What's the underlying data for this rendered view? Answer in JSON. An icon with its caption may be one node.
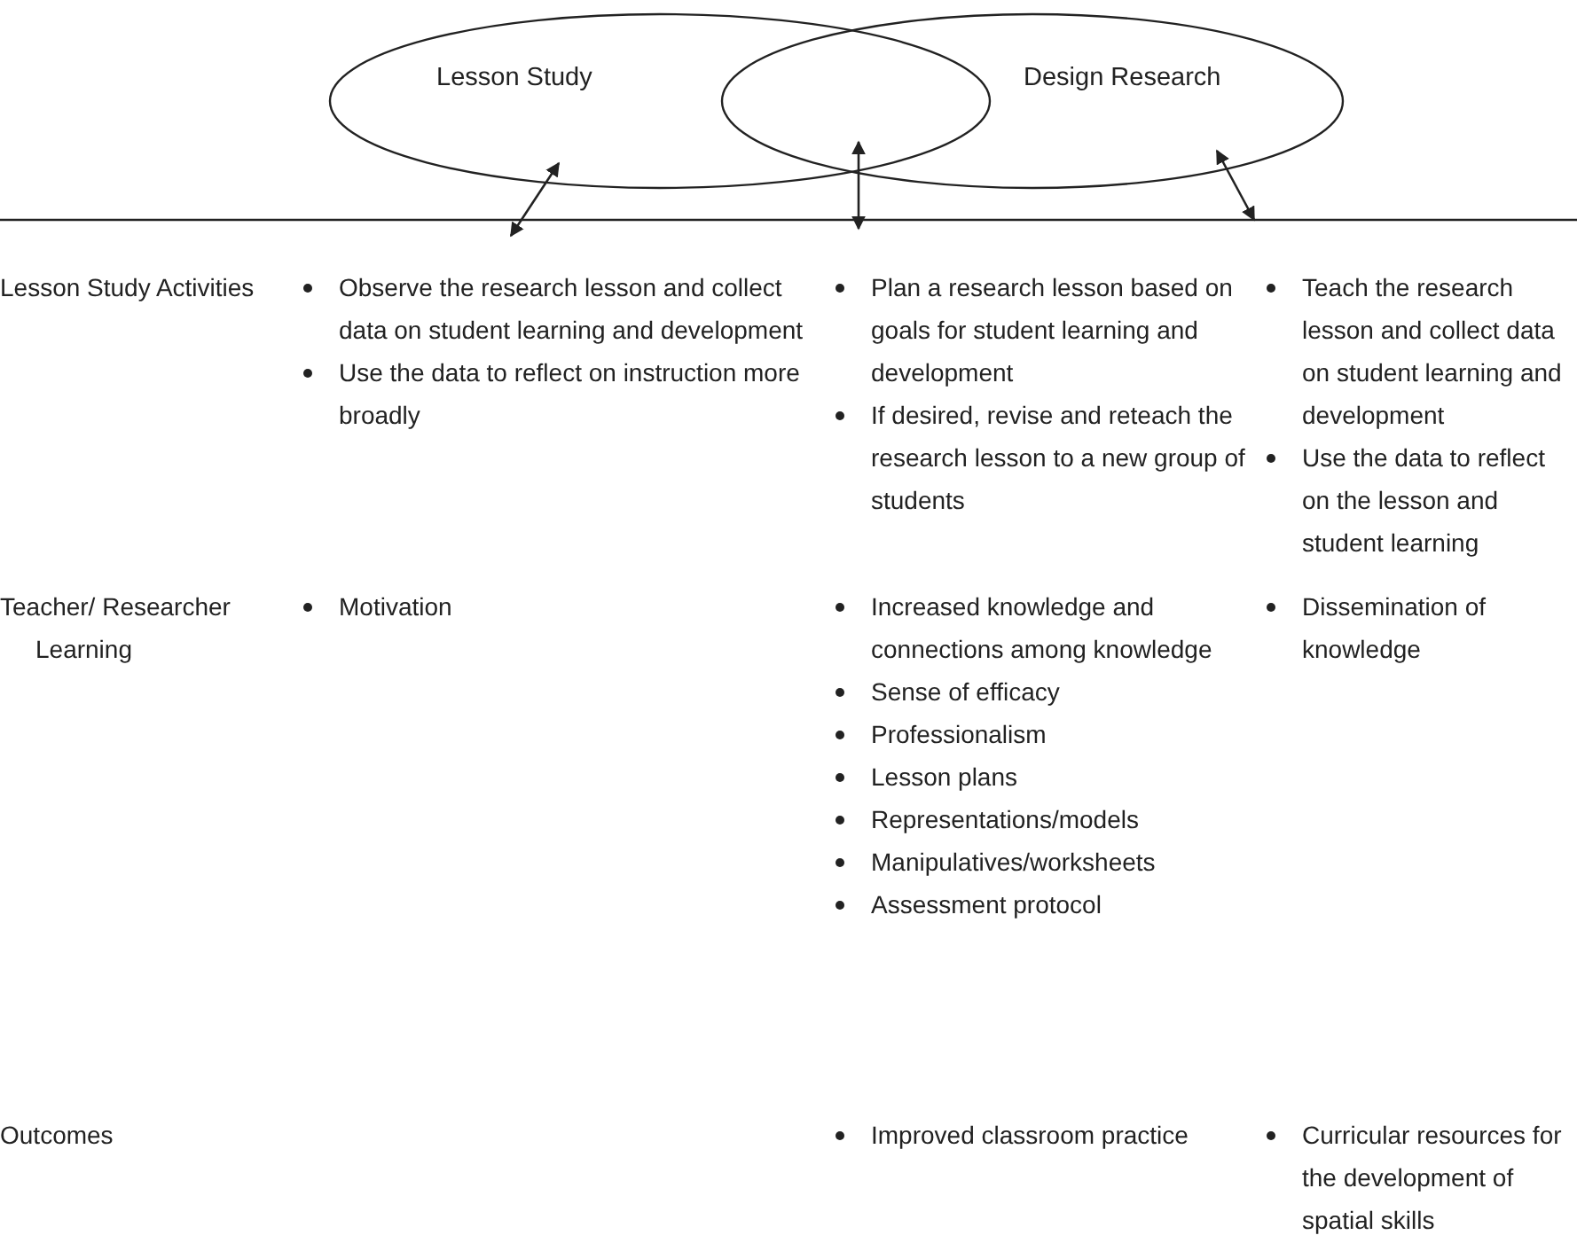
{
  "diagram": {
    "nodes": [
      {
        "text": [
          "Lesson Study"
        ]
      },
      {
        "text": [
          "Design Research"
        ]
      }
    ],
    "edges": [
      {
        "from": 0,
        "to": null,
        "arrow": "both"
      },
      {
        "from": 0,
        "to": null,
        "arrow": "both"
      },
      {
        "from": 1,
        "to": null,
        "arrow": "both"
      }
    ],
    "labels": [
      "Lesson Study Activities",
      "Observe the research lesson and collect data on student learning and development",
      "Use the data to reflect on instruction more broadly",
      "Plan a research lesson based on goals for student learning and development",
      "If desired, revise and reteach the research lesson to a new group of students",
      "Teach the research lesson and collect data on student learning and development",
      "Use the data to reflect on the lesson and student learning",
      "Teacher/ Researcher Learning",
      "Motivation",
      "Increased knowledge and connections among knowledge",
      "Sense of efficacy",
      "Professionalism",
      "Lesson plans",
      "Representations/models",
      "Manipulatives/worksheets",
      "Assessment protocol",
      "Dissemination of knowledge",
      "Outcomes",
      "Improved classroom practice",
      "Curricular resources for the development of spatial skills"
    ]
  }
}
